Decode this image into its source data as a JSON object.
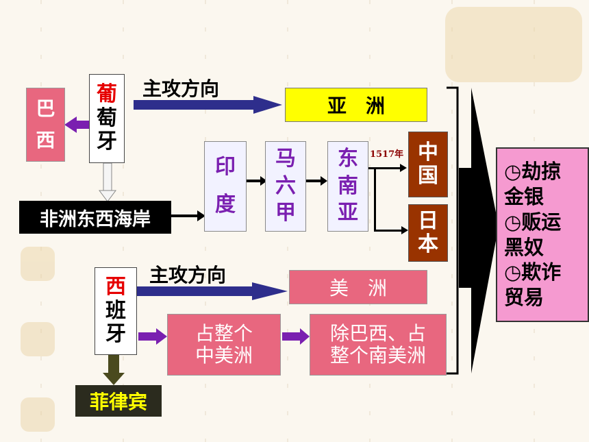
{
  "portugal": {
    "first": "葡",
    "rest": [
      "萄",
      "牙"
    ]
  },
  "spain": {
    "first": "西",
    "rest": [
      "班",
      "牙"
    ]
  },
  "brazil": [
    "巴",
    "西"
  ],
  "main_direction_pt": "主攻方向",
  "main_direction_es": "主攻方向",
  "asia": "亚　洲",
  "americas": "美　洲",
  "africa_coast": "非洲东西海岸",
  "route": [
    [
      "印",
      "度"
    ],
    [
      "马",
      "六",
      "甲"
    ],
    [
      "东",
      "南",
      "亚"
    ]
  ],
  "year": "1517年",
  "china": [
    "中",
    "国"
  ],
  "japan": [
    "日",
    "本"
  ],
  "philippines": "菲律宾",
  "central_america": [
    "占整个",
    "中美洲"
  ],
  "south_america": [
    "除巴西、占",
    "整个南美洲"
  ],
  "results": [
    "◷劫掠",
    "金银",
    "◷贩运",
    "黑奴",
    "◷欺诈",
    "贸易"
  ],
  "colors": {
    "brazil": "#e8677f",
    "asia": "#ffff00",
    "americas": "#e8677f",
    "route": "#f2f2ff",
    "route_text": "#7a1fb0",
    "china_japan": "#993300",
    "philippines": "#2b2b1e",
    "philippines_text": "#ffff00",
    "africa": "#000000",
    "results": "#f59ad0",
    "arrow_blue": "#2e2e8c",
    "arrow_purple": "#7a1fb0",
    "arrow_dark": "#4a4a1e",
    "big_arrow": "#000000"
  }
}
